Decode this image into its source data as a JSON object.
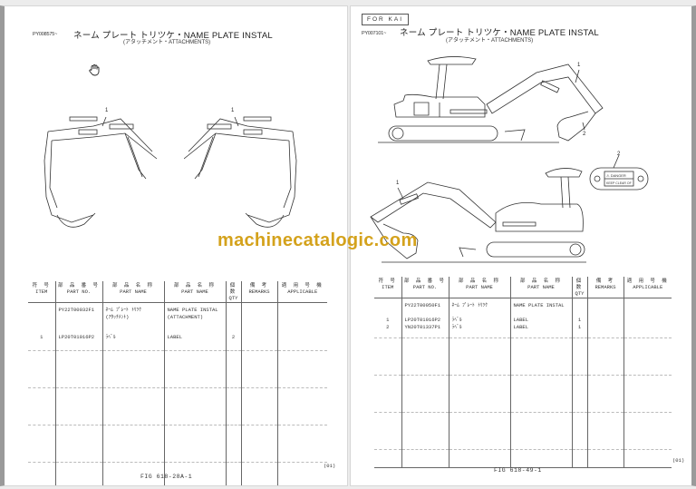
{
  "viewer": {
    "watermark": "machinecatalogic.com",
    "cursor_icon": "hand-pan-icon"
  },
  "left_page": {
    "serial_range": "PY008575~",
    "title_main": "ネーム プレート トリツケ・NAME PLATE INSTAL",
    "title_sub": "(アタッチメント・ATTACHMENTS)",
    "callouts": [
      "1",
      "1"
    ],
    "table": {
      "headers": [
        {
          "jp": "符 号",
          "en": "ITEM"
        },
        {
          "jp": "部 品 番 号",
          "en": "PART NO."
        },
        {
          "jp": "部 品 名 称",
          "en": "PART NAME"
        },
        {
          "jp": "部 品 名 称",
          "en": "PART NAME"
        },
        {
          "jp": "個数",
          "en": "QTY"
        },
        {
          "jp": "備 考",
          "en": "REMARKS"
        },
        {
          "jp": "適 用 号 機",
          "en": "APPLICABLE"
        }
      ],
      "rows": [
        {
          "item": "",
          "part_no": "PY22T00032F1",
          "name_jp": "ﾈｰﾑ ﾌﾟﾚｰﾄ ﾄﾘﾂｹ",
          "name_en": "NAME PLATE INSTAL",
          "qty": "",
          "remarks": "",
          "applicable": ""
        },
        {
          "item": "",
          "part_no": "",
          "name_jp": "(ｱﾀｯﾁﾒﾝﾄ)",
          "name_en": "(ATTACHMENT)",
          "qty": "",
          "remarks": "",
          "applicable": ""
        },
        {
          "item": "1",
          "part_no": "LP20T01016P2",
          "name_jp": "ﾗﾍﾞﾙ",
          "name_en": "LABEL",
          "qty": "2",
          "remarks": "",
          "applicable": ""
        }
      ]
    },
    "page_number": "(01)",
    "figure": "FIG 618-28A-1"
  },
  "right_page": {
    "for_label": "FOR KAI",
    "serial_range": "PY007101~",
    "title_main": "ネーム プレート トリツケ・NAME PLATE INSTAL",
    "title_sub": "(アタッチメント・ATTACHMENTS)",
    "callouts": [
      "1",
      "2",
      "2",
      "1"
    ],
    "decal": {
      "warning": "⚠ DANGER",
      "text": "KEEP CLEAR OF"
    },
    "table": {
      "headers": [
        {
          "jp": "符 号",
          "en": "ITEM"
        },
        {
          "jp": "部 品 番 号",
          "en": "PART NO."
        },
        {
          "jp": "部 品 名 称",
          "en": "PART NAME"
        },
        {
          "jp": "部 品 名 称",
          "en": "PART NAME"
        },
        {
          "jp": "個数",
          "en": "QTY"
        },
        {
          "jp": "備 考",
          "en": "REMARKS"
        },
        {
          "jp": "適 用 号 機",
          "en": "APPLICABLE"
        }
      ],
      "rows": [
        {
          "item": "",
          "part_no": "PY22T00050F1",
          "name_jp": "ﾈｰﾑ ﾌﾟﾚｰﾄ ﾄﾘﾂｹ",
          "name_en": "NAME PLATE INSTAL",
          "qty": "",
          "remarks": "",
          "applicable": ""
        },
        {
          "item": "1",
          "part_no": "LP20T01016P2",
          "name_jp": "ﾗﾍﾞﾙ",
          "name_en": "LABEL",
          "qty": "1",
          "remarks": "",
          "applicable": ""
        },
        {
          "item": "2",
          "part_no": "YN20T01337P1",
          "name_jp": "ﾗﾍﾞﾙ",
          "name_en": "LABEL",
          "qty": "1",
          "remarks": "",
          "applicable": ""
        }
      ]
    },
    "page_number": "(01)",
    "figure": "FIG 618-49-1"
  }
}
